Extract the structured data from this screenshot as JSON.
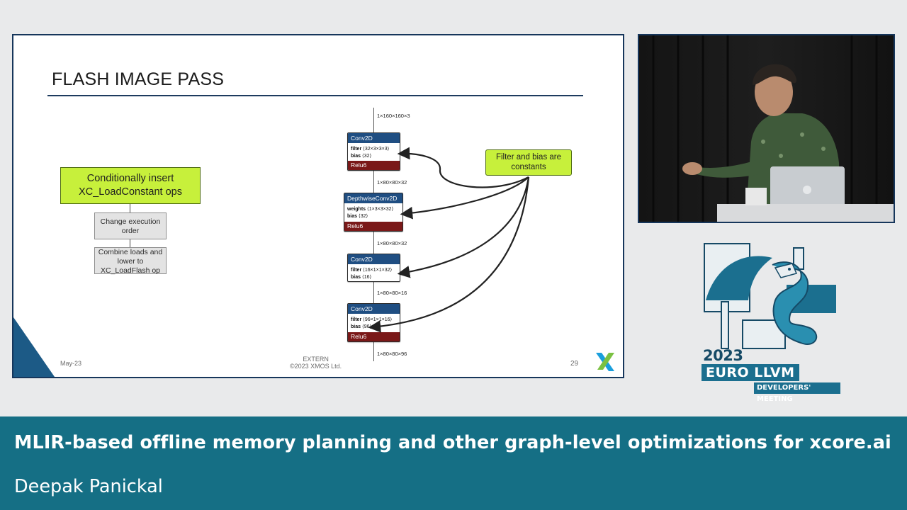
{
  "slide": {
    "title": "FLASH IMAGE PASS",
    "footer_date": "May-23",
    "footer_extern": "EXTERN",
    "footer_copyright": "©2023 XMOS Ltd.",
    "page_number": "29"
  },
  "flow": {
    "step1": "Conditionally insert XC_LoadConstant ops",
    "step2": "Change execution order",
    "step3": "Combine loads and lower to XC_LoadFlash op"
  },
  "network": {
    "dims": [
      "1×160×160×3",
      "1×80×80×32",
      "1×80×80×32",
      "1×80×80×16",
      "1×80×80×96"
    ],
    "nodes": [
      {
        "name": "Conv2D",
        "line1_key": "filter",
        "line1_val": "⟨32×3×3×3⟩",
        "line2_key": "bias",
        "line2_val": "⟨32⟩",
        "act": "Relu6"
      },
      {
        "name": "DepthwiseConv2D",
        "line1_key": "weights",
        "line1_val": "⟨1×3×3×32⟩",
        "line2_key": "bias",
        "line2_val": "⟨32⟩",
        "act": "Relu6"
      },
      {
        "name": "Conv2D",
        "line1_key": "filter",
        "line1_val": "⟨16×1×1×32⟩",
        "line2_key": "bias",
        "line2_val": "⟨16⟩",
        "act": ""
      },
      {
        "name": "Conv2D",
        "line1_key": "filter",
        "line1_val": "⟨96×1×1×16⟩",
        "line2_key": "bias",
        "line2_val": "⟨96⟩",
        "act": "Relu6"
      }
    ],
    "callout": "Filter and bias are constants"
  },
  "logo": {
    "year": "2023",
    "name": "EURO LLVM",
    "sub": "DEVELOPERS' MEETING"
  },
  "lower_third": {
    "title": "MLIR-based offline memory planning and other graph-level optimizations for xcore.ai",
    "speaker": "Deepak Panickal"
  },
  "colors": {
    "accent_green": "#c7f03b",
    "node_header": "#1f4e82",
    "node_footer": "#7a1818",
    "banner": "#156f85"
  }
}
